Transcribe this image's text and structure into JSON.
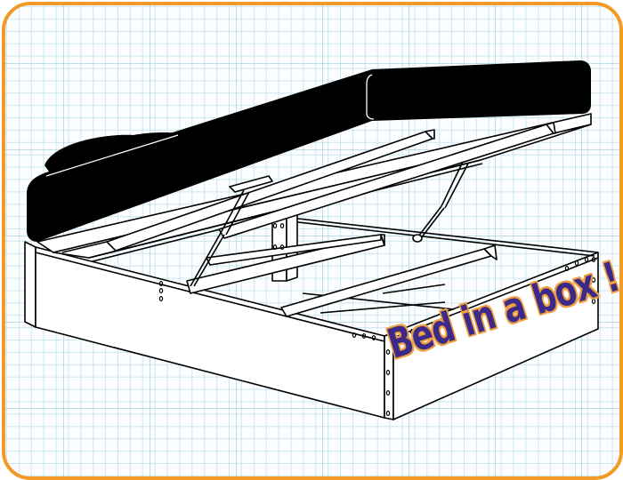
{
  "illustration": {
    "subject": "storage bed with gas-strut lifting mattress platform",
    "caption": "Bed in a box !",
    "colors": {
      "border": "#f39a26",
      "grid_minor": "#b9deea",
      "grid_major": "#8cc4d6",
      "caption_fill": "#3b2a8a",
      "caption_outline": "#f0a040",
      "mattress": "#000000",
      "frame_lines": "#000000"
    },
    "parts": [
      {
        "name": "mattress",
        "icon": "mattress-shape"
      },
      {
        "name": "headboard-pillow",
        "icon": "pillow-shape"
      },
      {
        "name": "lifting-platform",
        "icon": "platform-shape"
      },
      {
        "name": "gas-strut-left",
        "icon": "piston-shape"
      },
      {
        "name": "gas-strut-right",
        "icon": "piston-shape"
      },
      {
        "name": "storage-box-frame",
        "icon": "box-frame-shape"
      },
      {
        "name": "slats",
        "icon": "slat-shape"
      }
    ]
  }
}
